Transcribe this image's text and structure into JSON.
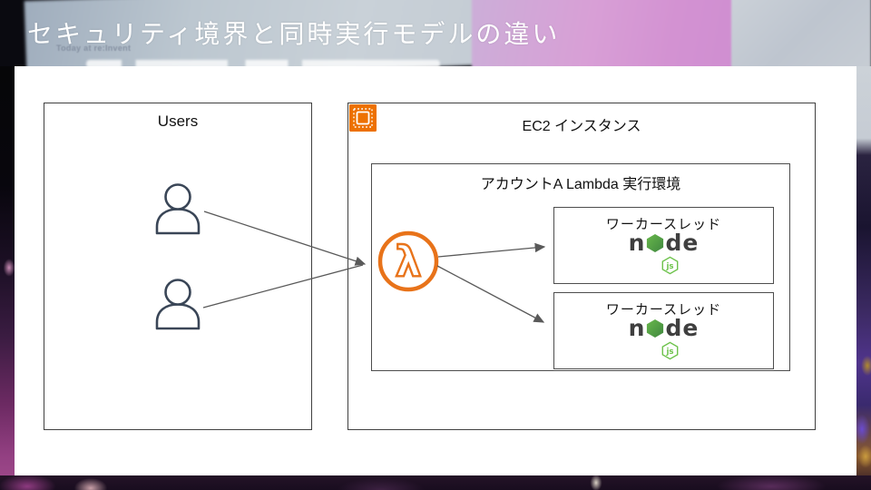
{
  "slide": {
    "title": "セキュリティ境界と同時実行モデルの違い",
    "background": {
      "projector_caption": "Today at re:Invent",
      "colors": {
        "screen_gray": "#C6CFD6",
        "screen_pink": "#D79ED6",
        "audience_dark": "#1D1125",
        "stage_magenta": "#8E3A80",
        "title_text": "#FFFFFF"
      }
    }
  },
  "diagram": {
    "users": {
      "title": "Users",
      "person_count": 2
    },
    "ec2": {
      "title": "EC2 インスタンス",
      "icon": "ec2-instance-icon"
    },
    "lambda_env": {
      "title": "アカウントA Lambda 実行環境",
      "icon": "aws-lambda-icon",
      "lambda_glyph": "λ"
    },
    "workers": [
      {
        "title": "ワーカースレッド",
        "logo": "nodejs-logo"
      },
      {
        "title": "ワーカースレッド",
        "logo": "nodejs-logo"
      }
    ],
    "node_logo": {
      "word_left": "n",
      "word_right": "de",
      "badge": "js"
    },
    "colors": {
      "aws_orange": "#ED7100",
      "lambda_orange": "#E8731A",
      "node_green": "#539E43",
      "node_letter": "#3F3F3F",
      "box_border": "#404040",
      "arrow": "#595959",
      "person_outline": "#3A4657"
    }
  }
}
